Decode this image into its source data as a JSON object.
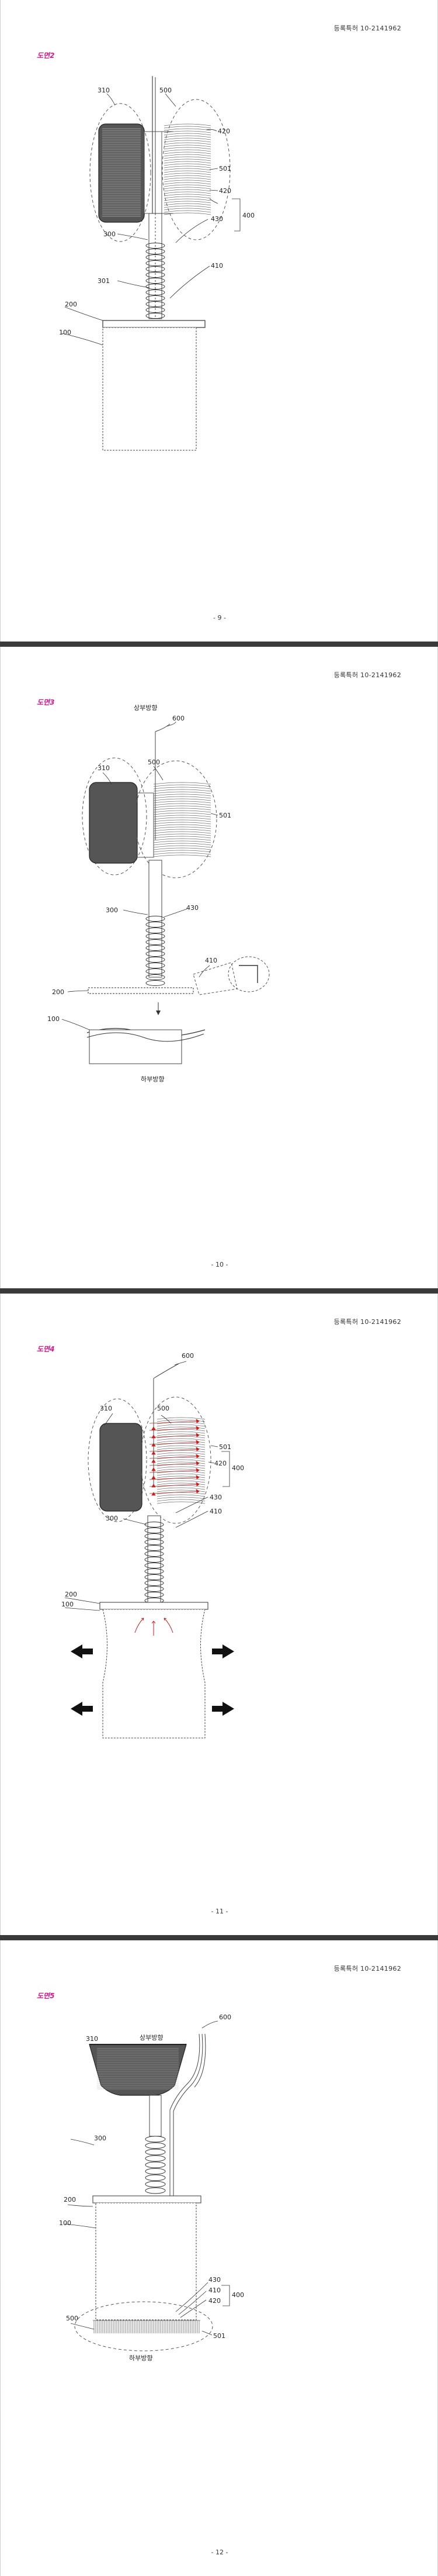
{
  "patent_number": "등록특허 10-2141962",
  "pages": [
    {
      "figure": "도면2",
      "page_number": "- 9 -",
      "labels": {
        "l310": "310",
        "l500": "500",
        "l420a": "420",
        "l501": "501",
        "l420b": "420",
        "l400": "400",
        "l430": "430",
        "l410": "410",
        "l300": "300",
        "l301": "301",
        "l200": "200",
        "l100": "100"
      }
    },
    {
      "figure": "도면3",
      "page_number": "- 10 -",
      "labels": {
        "up": "상부방향",
        "l600": "600",
        "l310": "310",
        "l500": "500",
        "l501": "501",
        "l300": "300",
        "l430": "430",
        "l410": "410",
        "l200": "200",
        "l100": "100",
        "down": "하부방향"
      }
    },
    {
      "figure": "도면4",
      "page_number": "- 11 -",
      "labels": {
        "l600": "600",
        "l310": "310",
        "l500": "500",
        "l501": "501",
        "l420": "420",
        "l400": "400",
        "l430": "430",
        "l410": "410",
        "l300": "300",
        "l200": "200",
        "l100": "100"
      }
    },
    {
      "figure": "도면5",
      "page_number": "- 12 -",
      "labels": {
        "up": "상부방향",
        "l600": "600",
        "l310": "310",
        "l300": "300",
        "l200": "200",
        "l100": "100",
        "l430": "430",
        "l410": "410",
        "l420": "420",
        "l400": "400",
        "l500": "500",
        "l501": "501",
        "down": "하부방향"
      }
    }
  ]
}
